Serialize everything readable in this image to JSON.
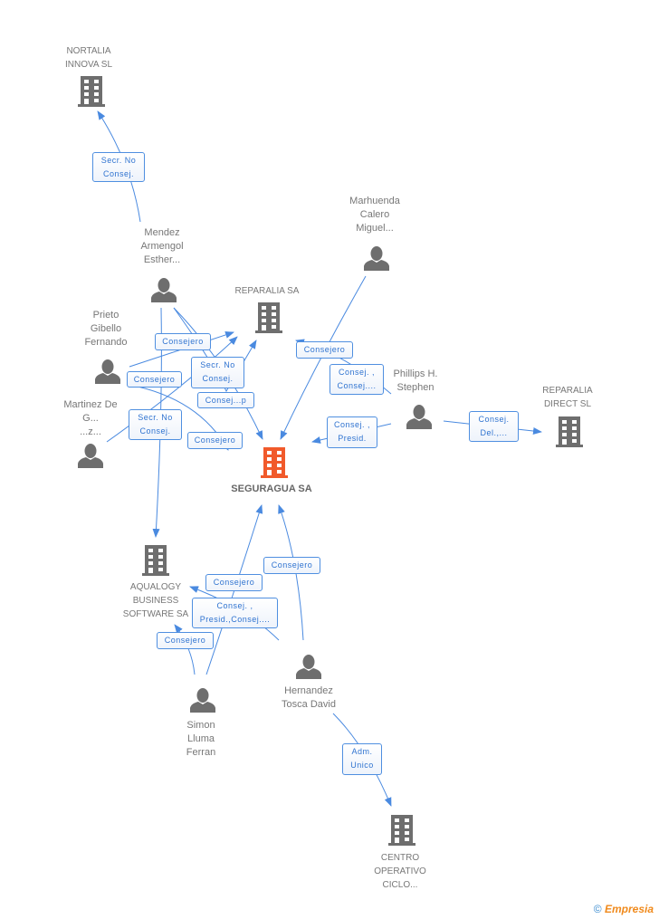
{
  "nodes": {
    "nortalia": {
      "label": "NORTALIA\nINNOVA  SL",
      "type": "company"
    },
    "mendez": {
      "label": "Mendez\nArmengol\nEsther...",
      "type": "person"
    },
    "reparalia": {
      "label": "REPARALIA SA",
      "type": "company"
    },
    "marhuenda": {
      "label": "Marhuenda\nCalero\nMiguel...",
      "type": "person"
    },
    "prieto": {
      "label": "Prieto\nGibello\nFernando",
      "type": "person"
    },
    "martinez": {
      "label": "Martinez De\nG...\n...z...",
      "type": "person"
    },
    "phillips": {
      "label": "Phillips H.\nStephen",
      "type": "person"
    },
    "reparalia_direct": {
      "label": "REPARALIA\nDIRECT  SL",
      "type": "company"
    },
    "seguragua": {
      "label": "SEGURAGUA SA",
      "type": "company-main"
    },
    "aqualogy": {
      "label": "AQUALOGY\nBUSINESS\nSOFTWARE SA",
      "type": "company"
    },
    "simon": {
      "label": "Simon\nLluma\nFerran",
      "type": "person"
    },
    "hernandez": {
      "label": "Hernandez\nTosca David",
      "type": "person"
    },
    "centro": {
      "label": "CENTRO\nOPERATIVO\nCICLO...",
      "type": "company"
    }
  },
  "edges": [
    {
      "from": "mendez",
      "to": "nortalia",
      "label": "Secr.  No\nConsej."
    },
    {
      "from": "mendez",
      "to": "reparalia",
      "label": "Consej...p"
    },
    {
      "from": "mendez",
      "to": "seguragua",
      "label": "Secr.  No\nConsej."
    },
    {
      "from": "prieto",
      "to": "reparalia",
      "label": "Consejero"
    },
    {
      "from": "prieto",
      "to": "seguragua",
      "label": "Consejero"
    },
    {
      "from": "martinez",
      "to": "reparalia",
      "label": "Consejero"
    },
    {
      "from": "mendez",
      "to": "aqualogy",
      "label": "Secr.  No\nConsej."
    },
    {
      "from": "marhuenda",
      "to": "seguragua",
      "label": "Consejero"
    },
    {
      "from": "phillips",
      "to": "reparalia",
      "label": "Consej. ,\nConsej...."
    },
    {
      "from": "phillips",
      "to": "seguragua",
      "label": "Consej. ,\nPresid."
    },
    {
      "from": "phillips",
      "to": "reparalia_direct",
      "label": "Consej.\nDel.,..."
    },
    {
      "from": "simon",
      "to": "aqualogy",
      "label": "Consejero"
    },
    {
      "from": "simon",
      "to": "seguragua",
      "label": "Consejero"
    },
    {
      "from": "hernandez",
      "to": "seguragua",
      "label": "Consejero"
    },
    {
      "from": "hernandez",
      "to": "aqualogy",
      "label": "Consej. ,\nPresid.,Consej...."
    },
    {
      "from": "hernandez",
      "to": "centro",
      "label": "Adm.\nUnico"
    }
  ],
  "colors": {
    "edge": "#4a8ae0",
    "icon": "#6e6e6e",
    "main_icon": "#f15a2b"
  },
  "footer": {
    "copyright": "©",
    "brand": "Empresia"
  }
}
